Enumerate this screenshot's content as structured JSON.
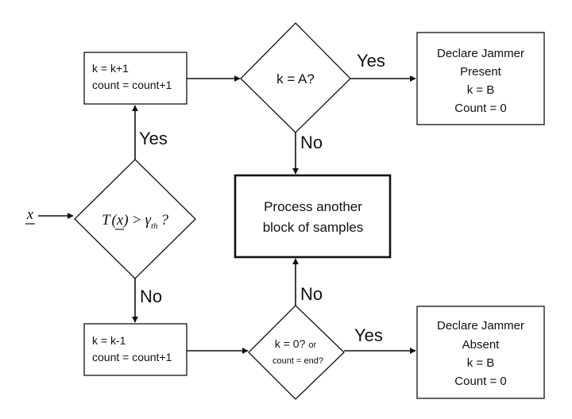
{
  "input_label": "x",
  "decision_threshold": {
    "T": "T",
    "open": "(",
    "x": "x",
    "close": ")",
    "gt": ">",
    "gamma": "γ",
    "sub": "th",
    "q": "?"
  },
  "box_increment": {
    "line1": "k = k+1",
    "line2": "count = count+1"
  },
  "box_decrement": {
    "line1": "k = k-1",
    "line2": "count = count+1"
  },
  "decision_k_eq_A": "k = A?",
  "decision_k_eq_0": {
    "line1_main": "k = 0?",
    "line1_small": "or",
    "line2": "count = end?"
  },
  "box_process": {
    "line1": "Process another",
    "line2": "block of samples"
  },
  "box_present": {
    "line1": "Declare Jammer",
    "line2": "Present",
    "line3": "k = B",
    "line4": "Count = 0"
  },
  "box_absent": {
    "line1": "Declare Jammer",
    "line2": "Absent",
    "line3": "k = B",
    "line4": "Count = 0"
  },
  "labels": {
    "yes": "Yes",
    "no": "No"
  }
}
